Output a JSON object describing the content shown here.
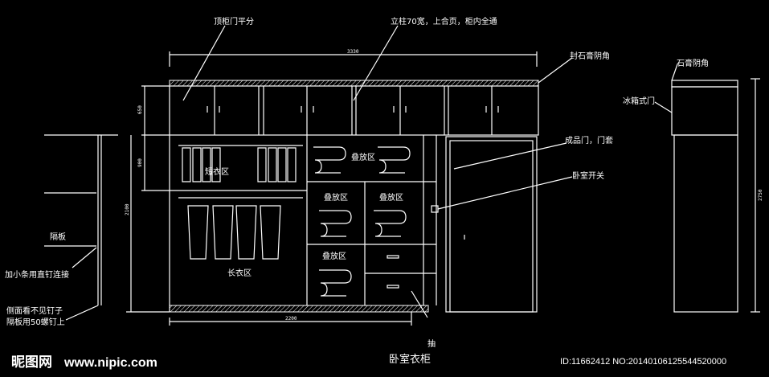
{
  "annotations": {
    "top_doors": "顶柜门平分",
    "post": "立柱70宽，上合页，柜内全通",
    "gypsum_corner": "封石膏阴角",
    "finished_door": "成品门，门套",
    "switch": "卧室开关",
    "drawer": "抽",
    "shelf": "隔板",
    "strip_nail": "加小条用直钉连接",
    "side_nail_1": "侧面看不见钉子",
    "side_nail_2": "隔板用50螺钉上",
    "side_gypsum": "石膏阴角",
    "fridge_door": "冰箱式门"
  },
  "zones": {
    "short": "短衣区",
    "long": "长衣区",
    "stack": "叠放区"
  },
  "dimensions": {
    "total_width": "3330",
    "top_height": "650",
    "hang_height": "900",
    "lower_height": "2100",
    "lower_width": "2200",
    "side_height": "2750"
  },
  "title": "卧室衣柜",
  "watermark": {
    "logo": "昵图网",
    "url": "www.nipic.com"
  },
  "image_id": "ID:11662412 NO:20140106125544520000"
}
